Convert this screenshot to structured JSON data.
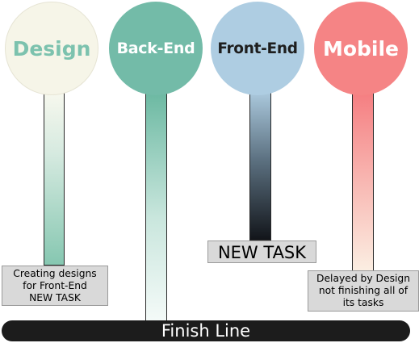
{
  "columns": {
    "design": {
      "label": "Design"
    },
    "backend": {
      "label": "Back-End"
    },
    "frontend": {
      "label": "Front-End"
    },
    "mobile": {
      "label": "Mobile"
    }
  },
  "notes": {
    "design": [
      "Creating designs",
      "for Front-End",
      "NEW TASK"
    ],
    "frontend_new_task": "NEW TASK",
    "mobile": [
      "Delayed by Design",
      "not finishing all of",
      "its tasks"
    ]
  },
  "finish_line": "Finish Line",
  "colors": {
    "design": "#f6f5e8",
    "backend": "#73bba8",
    "frontend": "#aecde2",
    "mobile": "#f58485",
    "finish": "#1c1c1c"
  }
}
